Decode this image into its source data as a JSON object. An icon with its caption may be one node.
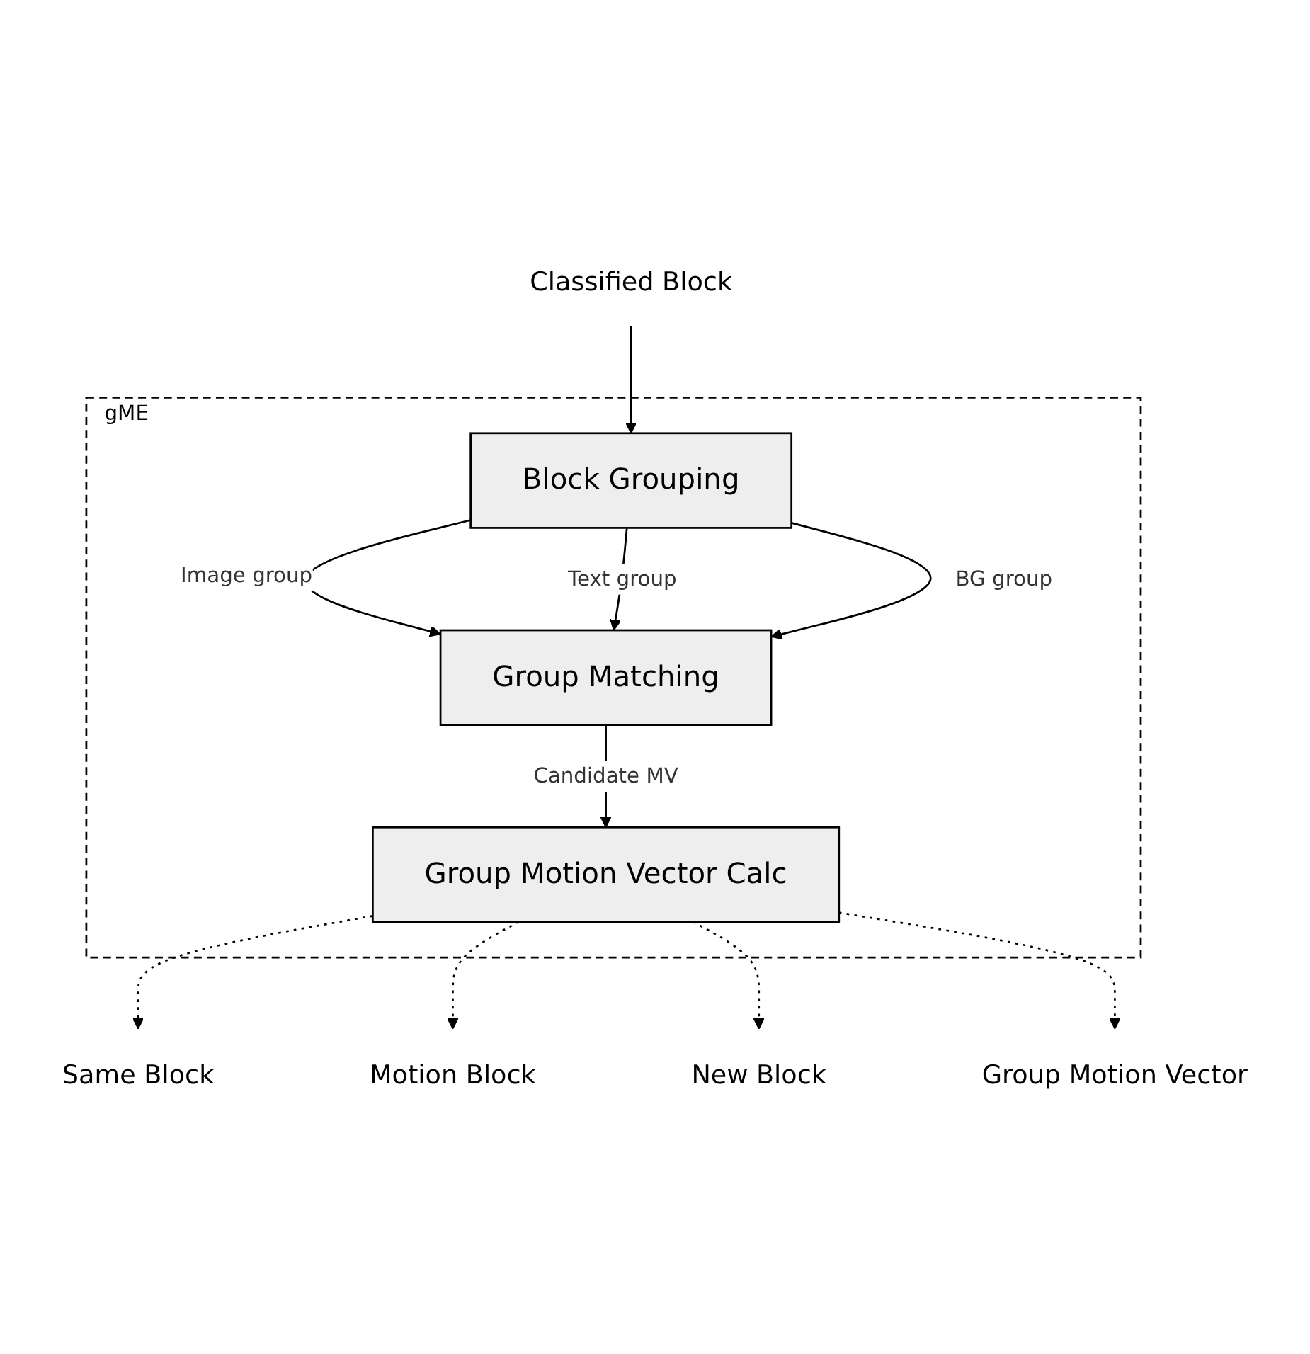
{
  "diagram": {
    "nodes": [
      {
        "text": [
          "Classified Block"
        ]
      },
      {
        "text": [
          "gME"
        ]
      },
      {
        "text": [
          "Block Grouping"
        ],
        "in": 1
      },
      {
        "text": [
          "Group Matching"
        ],
        "in": 1
      },
      {
        "text": [
          "Group Motion Vector Calc"
        ],
        "in": 1
      },
      {
        "text": [
          "Same Block"
        ]
      },
      {
        "text": [
          "Motion Block"
        ]
      },
      {
        "text": [
          "New Block"
        ]
      },
      {
        "text": [
          "Group Motion Vector"
        ]
      }
    ],
    "edges": [
      {
        "from": 0,
        "to": 2,
        "arrow": "to"
      },
      {
        "from": 2,
        "to": 3,
        "arrow": "to",
        "label": "Image group"
      },
      {
        "from": 2,
        "to": 3,
        "arrow": "to",
        "label": "Text group"
      },
      {
        "from": 2,
        "to": 3,
        "arrow": "to",
        "label": "BG group"
      },
      {
        "from": 3,
        "to": 4,
        "arrow": "to",
        "label": "Candidate MV"
      },
      {
        "from": 4,
        "to": 5,
        "arrow": "to",
        "style": "dashed"
      },
      {
        "from": 4,
        "to": 6,
        "arrow": "to",
        "style": "dashed"
      },
      {
        "from": 4,
        "to": 7,
        "arrow": "to",
        "style": "dashed"
      },
      {
        "from": 4,
        "to": 8,
        "arrow": "to",
        "style": "dashed"
      }
    ]
  }
}
